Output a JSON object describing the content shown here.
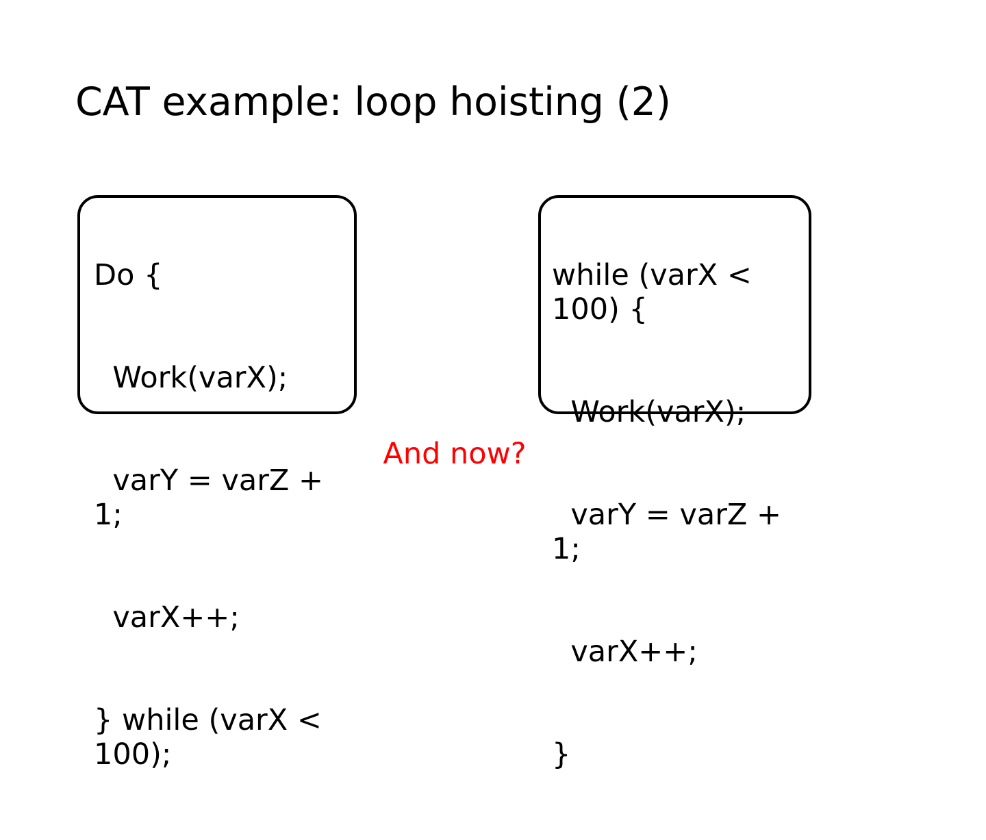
{
  "slide": {
    "title": "CAT example: loop hoisting (2)",
    "background_color": "#ffffff",
    "text_color": "#000000",
    "accent_color": "#ff0000"
  },
  "left_box": {
    "border_color": "#000000",
    "lines": [
      "Do {",
      "  Work(varX);",
      "  varY = varZ + 1;",
      "  varX++;",
      "} while (varX < 100);"
    ]
  },
  "right_box": {
    "border_color": "#000000",
    "lines": [
      "while (varX < 100) {",
      "  Work(varX);",
      "  varY = varZ + 1;",
      "  varX++;",
      "}"
    ]
  },
  "caption": {
    "text": "And now?",
    "color": "#ff0000"
  }
}
